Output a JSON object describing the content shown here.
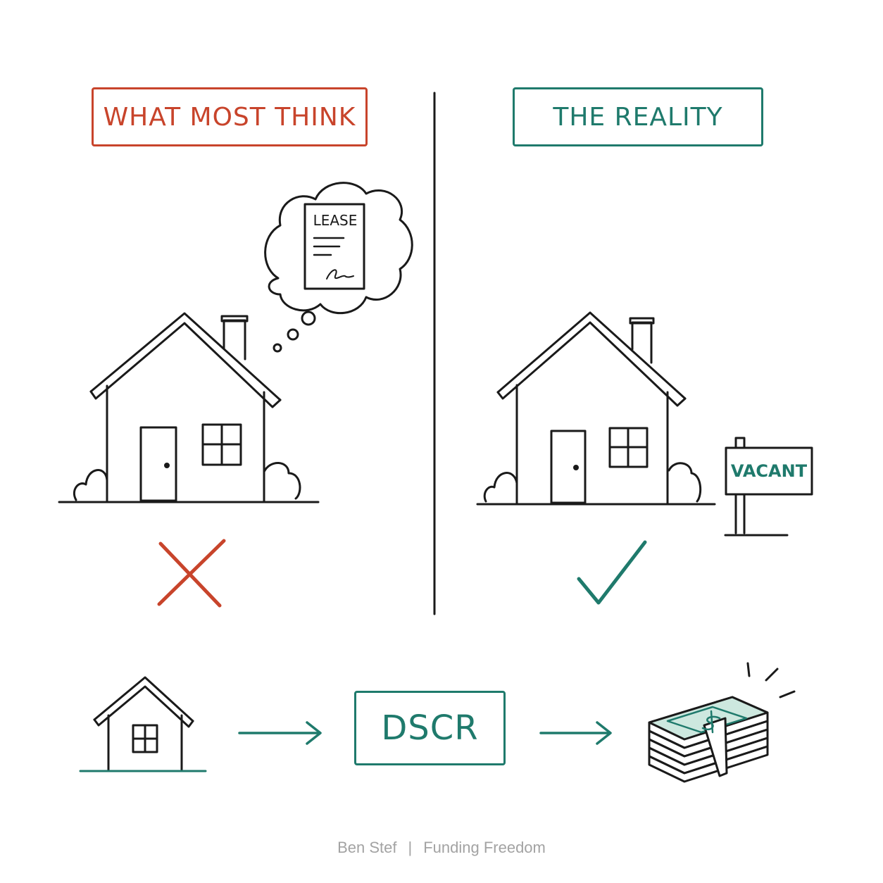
{
  "left_panel": {
    "title": "WHAT MOST THINK",
    "lease_text": "LEASE"
  },
  "right_panel": {
    "title": "THE REALITY",
    "sign_text": "VACANT"
  },
  "flow": {
    "middle_label": "DSCR"
  },
  "footer": {
    "author": "Ben Stef",
    "separator": "|",
    "brand": "Funding Freedom"
  },
  "colors": {
    "red": "#c8442b",
    "teal": "#1f7a6c",
    "ink": "#1a1a1a",
    "footer": "#a3a3a3"
  },
  "icons": {
    "left_house": "house-icon",
    "thought": "thought-bubble-icon",
    "lease_doc": "lease-document-icon",
    "wrong": "x-mark-icon",
    "right_house": "house-icon",
    "sign": "vacant-sign-icon",
    "right": "check-mark-icon",
    "flow_house": "house-icon",
    "money": "money-stack-icon"
  }
}
